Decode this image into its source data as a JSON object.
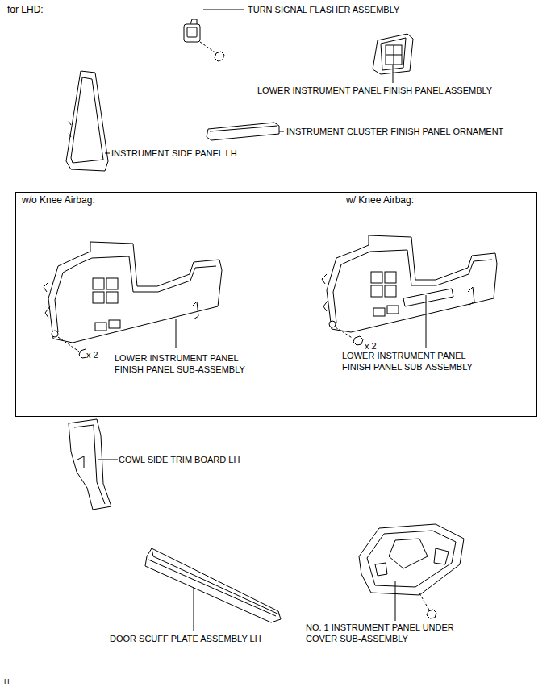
{
  "diagram": {
    "nodes": [
      {
        "text": [
          "w/o Knee Airbag:",
          "w/ Knee Airbag:"
        ]
      }
    ],
    "labels": [
      "for LHD:",
      "TURN SIGNAL FLASHER ASSEMBLY",
      "LOWER INSTRUMENT PANEL FINISH PANEL ASSEMBLY",
      "INSTRUMENT CLUSTER FINISH PANEL ORNAMENT",
      "INSTRUMENT SIDE PANEL LH",
      "x 2",
      "LOWER INSTRUMENT PANEL FINISH PANEL SUB-ASSEMBLY",
      "x 2",
      "LOWER INSTRUMENT PANEL FINISH PANEL SUB-ASSEMBLY",
      "COWL SIDE TRIM BOARD LH",
      "DOOR SCUFF PLATE ASSEMBLY LH",
      "NO. 1 INSTRUMENT PANEL UNDER COVER SUB-ASSEMBLY",
      "H"
    ]
  }
}
